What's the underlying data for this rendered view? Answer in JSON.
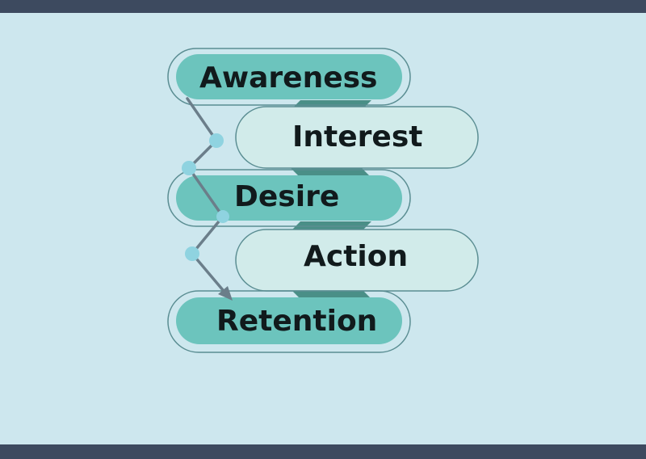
{
  "stages": [
    {
      "label": "Awareness"
    },
    {
      "label": "Interest"
    },
    {
      "label": "Desire"
    },
    {
      "label": "Action"
    },
    {
      "label": "Retention"
    }
  ],
  "colors": {
    "background": "#cde7ee",
    "frame_bar": "#3d4a5f",
    "pill_dark": "#6cc4bd",
    "pill_light": "#d1ebea",
    "connector": "#4a8f87",
    "arrow": "#6b7e8a",
    "dot": "#8fd3e0",
    "text": "#111a1c"
  }
}
